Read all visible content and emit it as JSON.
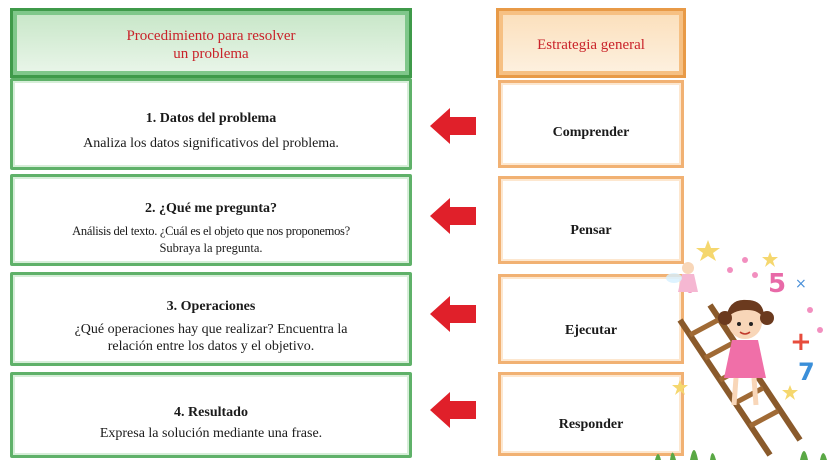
{
  "left_header": {
    "line1": "Procedimiento para resolver",
    "line2": "un problema"
  },
  "right_header": {
    "title": "Estrategia general"
  },
  "steps": [
    {
      "title": "1.  Datos del problema",
      "desc1": "Analiza los datos significativos del problema.",
      "desc2": ""
    },
    {
      "title": "2.  ¿Qué me pregunta?",
      "desc1": "Análisis del texto.  ¿Cuál es el objeto que nos proponemos?",
      "desc2": "Subraya la pregunta."
    },
    {
      "title": "3.  Operaciones",
      "desc1": "¿Qué operaciones hay que realizar? Encuentra la",
      "desc2": "relación entre los datos y el objetivo."
    },
    {
      "title": "4.  Resultado",
      "desc1": "Expresa la solución mediante una frase.",
      "desc2": ""
    }
  ],
  "strategies": [
    "Comprender",
    "Pensar",
    "Ejecutar",
    "Responder"
  ],
  "colors": {
    "arrow": "#e0202a",
    "left_border": "#5fb169",
    "right_border": "#f1b173",
    "header_text": "#c9232a"
  }
}
